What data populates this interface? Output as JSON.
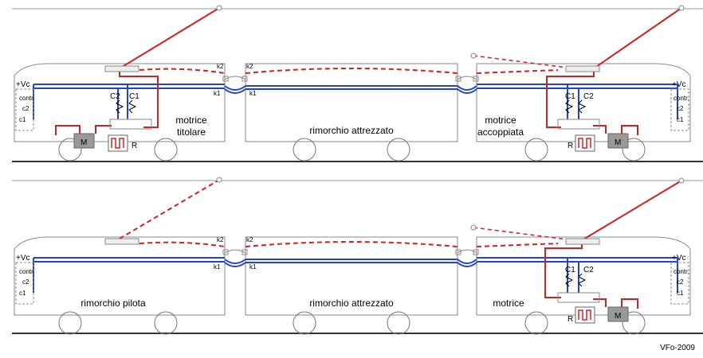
{
  "top": {
    "car_left_label1": "motrice",
    "car_left_label2": "titolare",
    "car_mid_label": "rimorchio attrezzato",
    "car_right_label1": "motrice",
    "car_right_label2": "accoppiata"
  },
  "bottom": {
    "car_left_label": "rimorchio pilota",
    "car_mid_label": "rimorchio attrezzato",
    "car_right_label": "motrice"
  },
  "labels": {
    "vc": "+Vc",
    "contr": "contr.",
    "c1": "c1",
    "c2": "c2",
    "C1": "C1",
    "C2": "C2",
    "k1": "k1",
    "k2": "k2",
    "M": "M",
    "R": "R"
  },
  "signature": "VFo-2009",
  "colors": {
    "line_red": "#d42020",
    "bus_blue": "#2244cc",
    "car_outline": "#888888",
    "motor_gray": "#999999"
  }
}
